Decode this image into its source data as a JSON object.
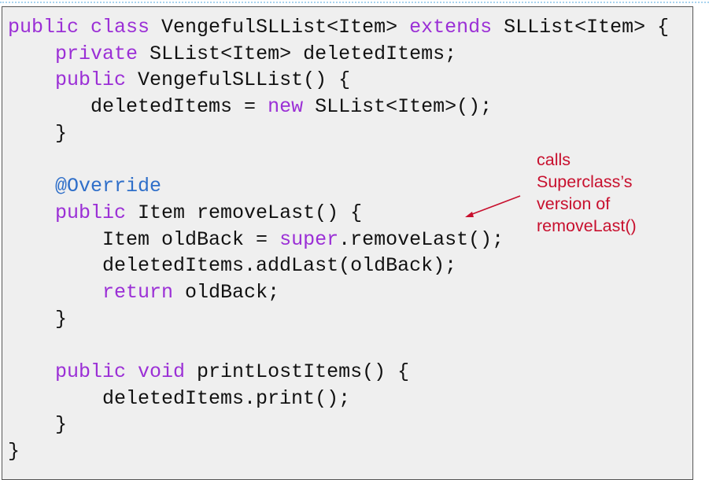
{
  "code_lines": [
    [
      [
        "public class",
        "kw"
      ],
      [
        " VengefulSLList<Item> ",
        ""
      ],
      [
        "extends",
        "kw"
      ],
      [
        " SLList<Item> {",
        ""
      ]
    ],
    [
      [
        "    ",
        ""
      ],
      [
        "private",
        "kw"
      ],
      [
        " SLList<Item> deletedItems;",
        ""
      ]
    ],
    [
      [
        "    ",
        ""
      ],
      [
        "public",
        "kw"
      ],
      [
        " VengefulSLList() {",
        ""
      ]
    ],
    [
      [
        "       deletedItems = ",
        ""
      ],
      [
        "new",
        "kw"
      ],
      [
        " SLList<Item>();",
        ""
      ]
    ],
    [
      [
        "    }",
        ""
      ]
    ],
    [
      [
        "",
        ""
      ]
    ],
    [
      [
        "    ",
        ""
      ],
      [
        "@Override",
        "ann"
      ]
    ],
    [
      [
        "    ",
        ""
      ],
      [
        "public",
        "kw"
      ],
      [
        " Item removeLast() {",
        ""
      ]
    ],
    [
      [
        "        Item oldBack = ",
        ""
      ],
      [
        "super",
        "kw"
      ],
      [
        ".removeLast();",
        ""
      ]
    ],
    [
      [
        "        deletedItems.addLast(oldBack);",
        ""
      ]
    ],
    [
      [
        "        ",
        ""
      ],
      [
        "return",
        "kw"
      ],
      [
        " oldBack;",
        ""
      ]
    ],
    [
      [
        "    }",
        ""
      ]
    ],
    [
      [
        "",
        ""
      ]
    ],
    [
      [
        "    ",
        ""
      ],
      [
        "public void",
        "kw"
      ],
      [
        " printLostItems() {",
        ""
      ]
    ],
    [
      [
        "        deletedItems.print();",
        ""
      ]
    ],
    [
      [
        "    }",
        ""
      ]
    ],
    [
      [
        "}",
        ""
      ]
    ]
  ],
  "annotation": {
    "lines": [
      "calls",
      "Superclass’s",
      "version of",
      "removeLast()"
    ],
    "color": "#c8102e"
  }
}
